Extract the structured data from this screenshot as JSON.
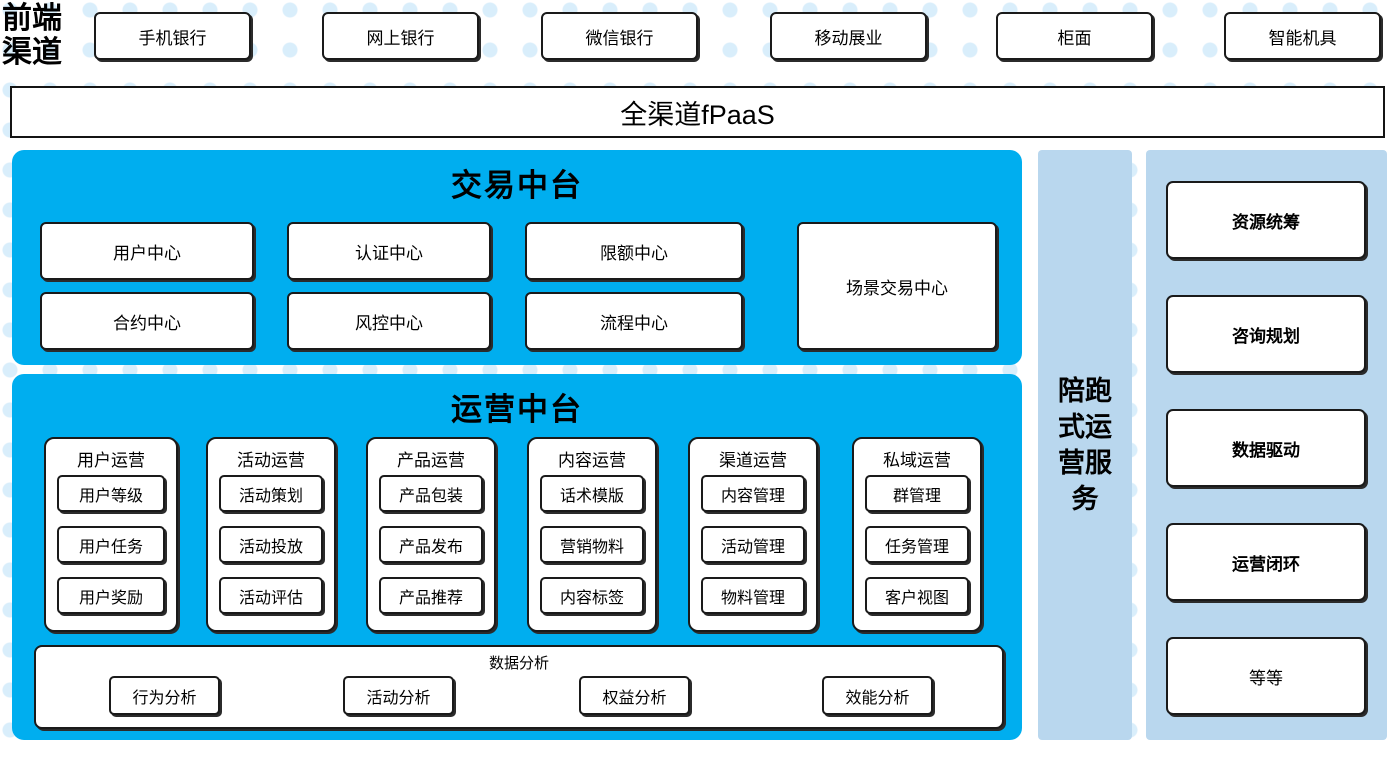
{
  "front_channel": {
    "label": "前端\n渠道",
    "channels": [
      {
        "name": "手机银行"
      },
      {
        "name": "网上银行"
      },
      {
        "name": "微信银行"
      },
      {
        "name": "移动展业"
      },
      {
        "name": "柜面"
      },
      {
        "name": "智能机具"
      }
    ]
  },
  "platform_bar": {
    "title": "全渠道fPaaS"
  },
  "trade_center": {
    "title": "交易中台",
    "boxes_row1": [
      "用户中心",
      "认证中心",
      "限额中心"
    ],
    "boxes_row2": [
      "合约中心",
      "风控中心",
      "流程中心"
    ],
    "tall_box": "场景交易中心"
  },
  "operation_center": {
    "title": "运营中台",
    "columns": [
      {
        "title": "用户运营",
        "items": [
          "用户等级",
          "用户任务",
          "用户奖励"
        ]
      },
      {
        "title": "活动运营",
        "items": [
          "活动策划",
          "活动投放",
          "活动评估"
        ]
      },
      {
        "title": "产品运营",
        "items": [
          "产品包装",
          "产品发布",
          "产品推荐"
        ]
      },
      {
        "title": "内容运营",
        "items": [
          "话术模版",
          "营销物料",
          "内容标签"
        ]
      },
      {
        "title": "渠道运营",
        "items": [
          "内容管理",
          "活动管理",
          "物料管理"
        ]
      },
      {
        "title": "私域运营",
        "items": [
          "群管理",
          "任务管理",
          "客户视图"
        ]
      }
    ],
    "data_analysis": {
      "title": "数据分析",
      "items": [
        "行为分析",
        "活动分析",
        "权益分析",
        "效能分析"
      ]
    }
  },
  "service_column": {
    "title": "陪跑式运营服务"
  },
  "right_panel": {
    "items": [
      {
        "label": "资源统筹",
        "bold": true
      },
      {
        "label": "咨询规划",
        "bold": true
      },
      {
        "label": "数据驱动",
        "bold": true
      },
      {
        "label": "运营闭环",
        "bold": true
      },
      {
        "label": "等等",
        "bold": false
      }
    ]
  },
  "colors": {
    "primary_blue": "#00aeef",
    "light_blue_panel": "#b9d7ee",
    "dot_blue": "#d9eefb",
    "outline": "#1a1a1a",
    "background": "#ffffff"
  }
}
